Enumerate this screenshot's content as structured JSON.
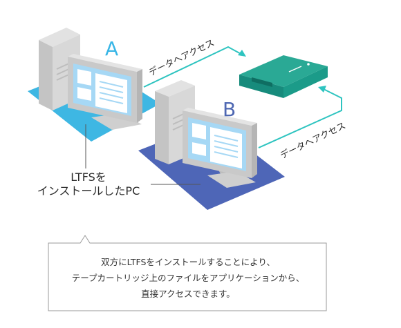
{
  "colors": {
    "cyan_platform": "#3eb7e3",
    "navy_platform": "#4e66b7",
    "arrow_teal": "#2ec4c0",
    "drive_green": "#178b7c",
    "label_a": "#39b6e6",
    "label_b": "#4e67b2",
    "screen_blue": "#a6d8f5",
    "text_dark": "#2b2b2b"
  },
  "computers": [
    {
      "label": "A",
      "icon": "desktop-computer-icon"
    },
    {
      "label": "B",
      "icon": "desktop-computer-icon"
    }
  ],
  "arrows": [
    {
      "text": "データへアクセス"
    },
    {
      "text": "データへアクセス"
    }
  ],
  "drive": {
    "icon": "tape-drive-icon"
  },
  "pc_caption": [
    "LTFSを",
    "インストールしたPC"
  ],
  "callout": {
    "lines": [
      "双方にLTFSをインストールすることにより、",
      "テープカートリッジ上のファイルをアプリケーションから、",
      "直接アクセスできます。"
    ]
  }
}
